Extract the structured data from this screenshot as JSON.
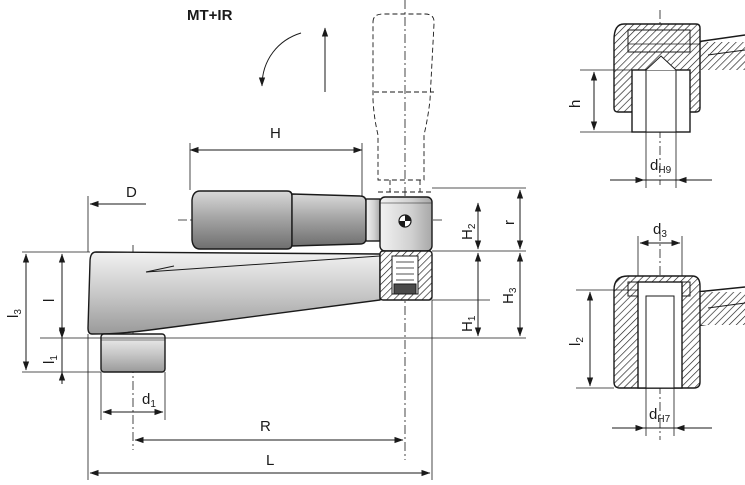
{
  "title": "MT+IR",
  "dimensions": {
    "H": "H",
    "D": "D",
    "H2": {
      "base": "H",
      "sub": "2"
    },
    "r": "r",
    "H1": {
      "base": "H",
      "sub": "1"
    },
    "H3": {
      "base": "H",
      "sub": "3"
    },
    "l3": {
      "base": "l",
      "sub": "3"
    },
    "l": "l",
    "l1": {
      "base": "l",
      "sub": "1"
    },
    "d1": {
      "base": "d",
      "sub": "1"
    },
    "R": "R",
    "L": "L",
    "h": "h",
    "dH9": {
      "base": "d",
      "sub": "H9"
    },
    "d3": {
      "base": "d",
      "sub": "3"
    },
    "l2": {
      "base": "l",
      "sub": "2"
    },
    "dH7": {
      "base": "d",
      "sub": "H7"
    }
  }
}
